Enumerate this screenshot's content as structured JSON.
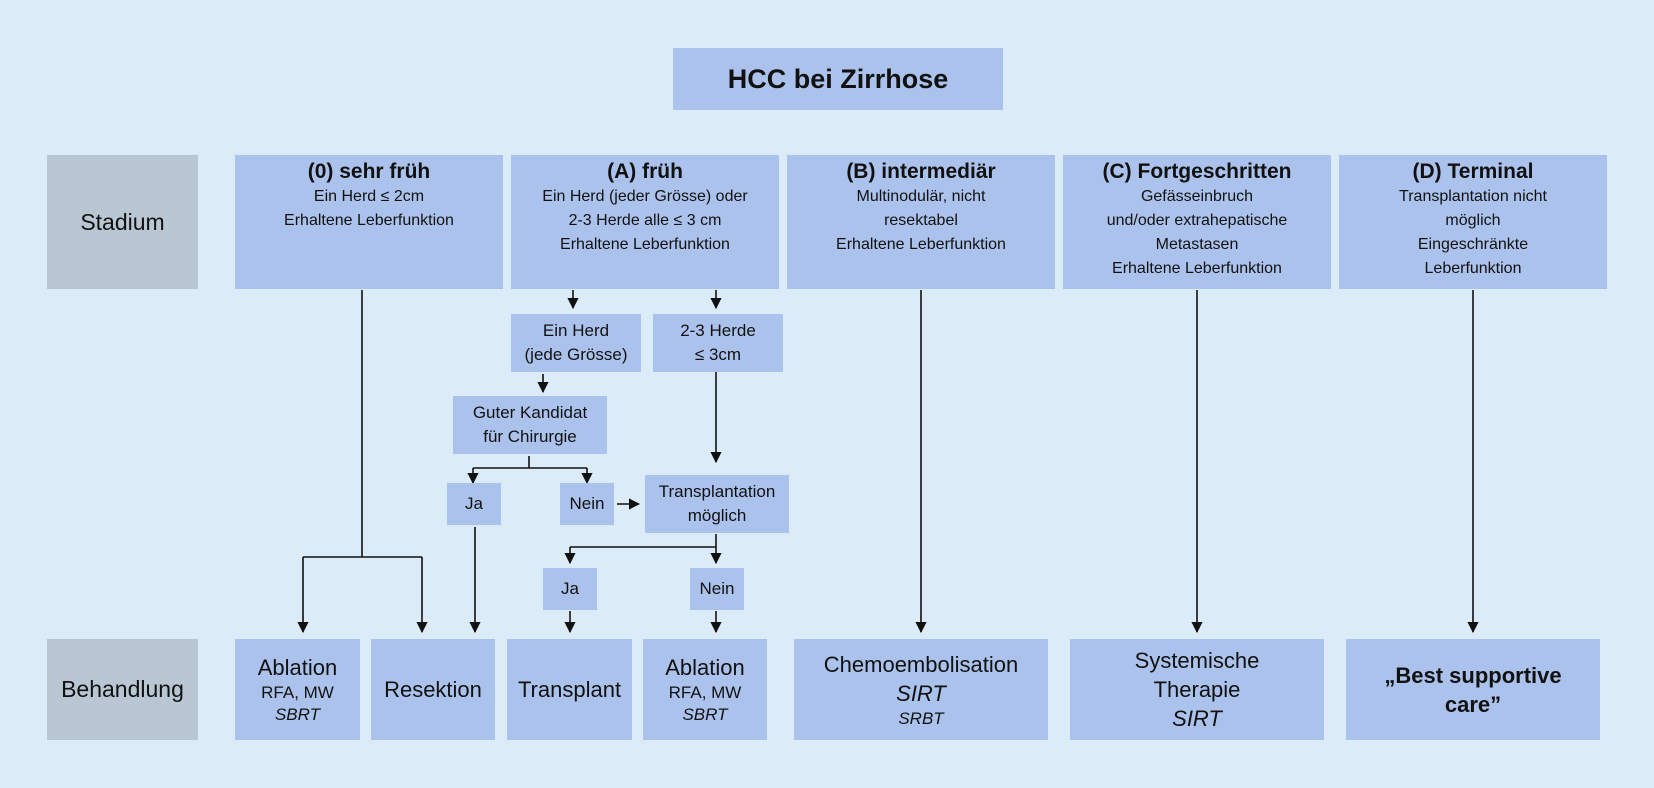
{
  "title": "HCC bei Zirrhose",
  "row_labels": {
    "stage": "Stadium",
    "treatment": "Behandlung"
  },
  "stages": [
    {
      "title": "(0) sehr früh",
      "desc": "Ein Herd ≤ 2cm\nErhaltene Leberfunktion"
    },
    {
      "title": "(A) früh",
      "desc": "Ein Herd (jeder Grösse) oder\n2-3 Herde alle ≤ 3 cm\nErhaltene Leberfunktion"
    },
    {
      "title": "(B) intermediär",
      "desc": "Multinodulär, nicht\nresektabel\nErhaltene Leberfunktion"
    },
    {
      "title": "(C) Fortgeschritten",
      "desc": "Gefässeinbruch\nund/oder extrahepatische\nMetastasen\nErhaltene Leberfunktion"
    },
    {
      "title": "(D) Terminal",
      "desc": "Transplantation nicht\nmöglich\nEingeschränkte\nLeberfunktion"
    }
  ],
  "decisions": {
    "one_lesion": "Ein Herd\n(jede Grösse)",
    "two_three": "2-3 Herde\n≤ 3cm",
    "surgery_candidate": "Guter Kandidat\nfür Chirurgie",
    "yes1": "Ja",
    "no1": "Nein",
    "tx_possible": "Transplantation\nmöglich",
    "yes2": "Ja",
    "no2": "Nein"
  },
  "treatments": {
    "ablation1": {
      "title": "Ablation",
      "line2": "RFA, MW",
      "line3": "SBRT"
    },
    "resection": {
      "title": "Resektion"
    },
    "transplant": {
      "title": "Transplant"
    },
    "ablation2": {
      "title": "Ablation",
      "line2": "RFA, MW",
      "line3": "SBRT"
    },
    "chemo": {
      "title": "Chemoembolisation",
      "line2": "SIRT",
      "line3": "SRBT"
    },
    "systemic": {
      "title": "Systemische\nTherapie",
      "line2": "SIRT"
    },
    "bsc": {
      "title": "„Best supportive\ncare”"
    }
  },
  "colors": {
    "background": "#dcebf8",
    "box": "#abc3ec",
    "label_box": "#b9c7d4",
    "line": "#111111"
  }
}
